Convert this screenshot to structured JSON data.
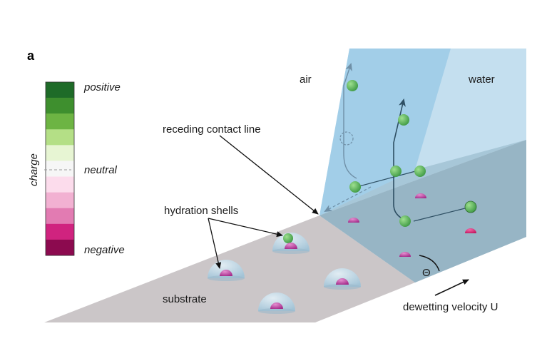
{
  "panel_label": "a",
  "legend": {
    "title": "charge",
    "labels": {
      "positive": "positive",
      "neutral": "neutral",
      "negative": "negative"
    },
    "swatches": [
      "#1e6b28",
      "#3e8f2e",
      "#6db443",
      "#b4df86",
      "#e7f5d3",
      "#f6f6f6",
      "#fcdcec",
      "#f2b1d2",
      "#e27bb2",
      "#d0237f",
      "#8c0a4f"
    ]
  },
  "labels": {
    "air": "air",
    "water": "water",
    "receding_contact_line": "receding contact line",
    "hydration_shells": "hydration shells",
    "substrate": "substrate",
    "theta": "Θ",
    "dewetting_velocity": "dewetting velocity U"
  },
  "colors": {
    "positive_ion": "#5fb85f",
    "negative_ion": "#c13ea0",
    "neutral_outline": "#555555",
    "substrate": "#cbc6c8",
    "water_front": "#9ccbe6",
    "water_back": "#c4dfef",
    "water_bottom": "#9fb8c6",
    "shell": "#bcd9ea"
  }
}
